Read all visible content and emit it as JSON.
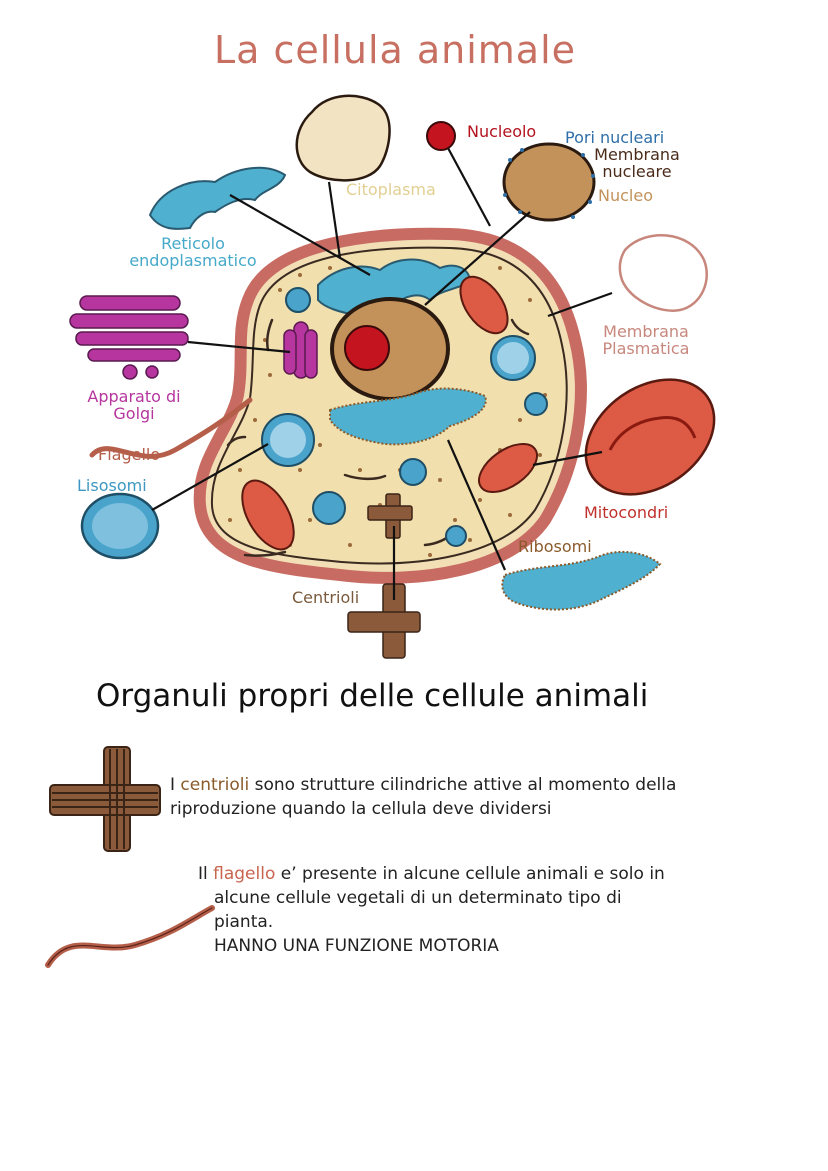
{
  "title": "La cellula animale",
  "labels": {
    "nucleolo": "Nucleolo",
    "pori_nucleari": "Pori nucleari",
    "membrana_nucleare": [
      "Membrana",
      "nucleare"
    ],
    "nucleo": "Nucleo",
    "citoplasma": "Citoplasma",
    "reticolo": [
      "Reticolo",
      "endoplasmatico"
    ],
    "membrana_plasmatica": [
      "Membrana",
      "Plasmatica"
    ],
    "golgi": [
      "Apparato di",
      "Golgi"
    ],
    "flagello": "Flagello",
    "lisosomi": "Lisosomi",
    "mitocondri": "Mitocondri",
    "ribosomi": "Ribosomi",
    "centrioli": "Centrioli"
  },
  "colors": {
    "title": "#c77062",
    "nucleolo": "#b3121e",
    "pori_nucleari": "#2f6fa8",
    "membrana_nucleare": "#4a2b1a",
    "nucleo": "#c2925a",
    "citoplasma": "#ead9a0",
    "reticolo": "#45a9c9",
    "membrana_plasmatica": "#c7877c",
    "golgi": "#b6359e",
    "flagello": "#b55e4a",
    "lisosomi": "#3e97c2",
    "mitocondri": "#c0302b",
    "ribosomi": "#8a5a2b",
    "centrioli": "#7a5a3c"
  },
  "section": {
    "heading": "Organuli propri delle cellule animali",
    "centrioli": {
      "prefix": "I ",
      "keyword": "centrioli",
      "lines": [
        " sono strutture cilindriche attive al momento della",
        "riproduzione quando la cellula deve dividersi"
      ]
    },
    "flagello": {
      "prefix": "Il ",
      "keyword": "flagello",
      "lines": [
        " e’ presente in alcune cellule animali e solo in",
        "alcune cellule vegetali di un determinato tipo di",
        "pianta.",
        "HANNO UNA FUNZIONE MOTORIA"
      ]
    }
  }
}
